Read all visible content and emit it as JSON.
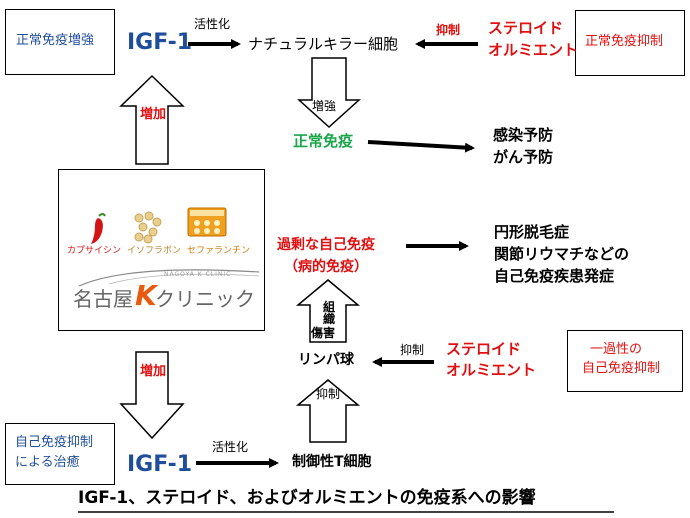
{
  "boxes": {
    "normal_enhance": "正常免疫増強",
    "normal_suppress": "正常免疫抑制",
    "transient_suppress_l1": "一過性の",
    "transient_suppress_l2": "自己免疫抑制",
    "autoimmune_therapy_l1": "自己免疫抑制",
    "autoimmune_therapy_l2": "による治癒"
  },
  "nodes": {
    "igf1_top": "IGF-1",
    "igf1_bottom": "IGF-1",
    "nk_cell": "ナチュラルキラー細胞",
    "normal_immunity": "正常免疫",
    "infection_l1": "感染予防",
    "infection_l2": "がん予防",
    "excessive_l1": "過剰な自己免疫",
    "excessive_l2": "（病的免疫）",
    "alopecia_l1": "円形脱毛症",
    "alopecia_l2": "関節リウマチなどの",
    "alopecia_l3": "自己免疫疾患発症",
    "lymphocyte": "リンパ球",
    "treg": "制御性T細胞",
    "steroid_top_l1": "ステロイド",
    "steroid_top_l2": "オルミエント",
    "steroid_bottom_l1": "ステロイド",
    "steroid_bottom_l2": "オルミエント"
  },
  "edge_labels": {
    "activate_top": "活性化",
    "suppress_top": "抑制",
    "enhance": "増強",
    "increase_top": "増加",
    "increase_bottom": "増加",
    "tissue_l1": "組",
    "tissue_l2": "織",
    "tissue_l3": "傷",
    "tissue_l4": "害",
    "suppress_bottom": "抑制",
    "suppress_up": "抑制",
    "activate_bottom": "活性化"
  },
  "logo": {
    "item1": "カプサイシン",
    "item2": "イソフラボン",
    "item3": "セファランチン",
    "clinic": "名古屋",
    "clinic_k": "K",
    "clinic_suffix": "クリニック",
    "tagline": "NAGOYA K CLINIC"
  },
  "title": "IGF-1、ステロイド、およびオルミエントの免疫系への影響",
  "colors": {
    "red": "#e01010",
    "green": "#1aa64a",
    "navy": "#1f4e9a"
  }
}
